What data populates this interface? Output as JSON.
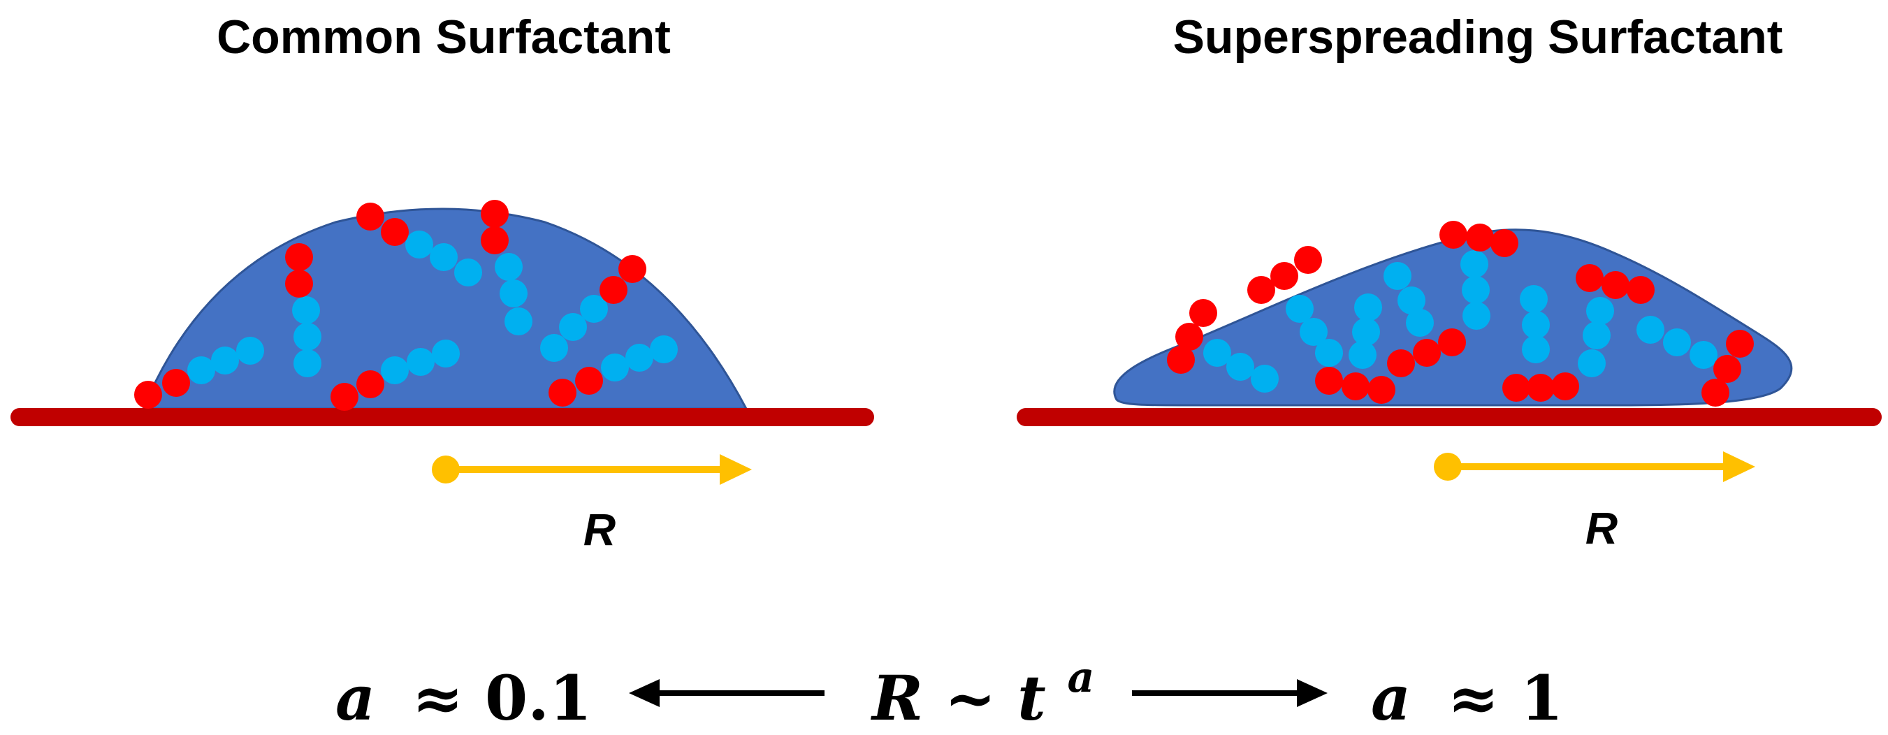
{
  "titles": {
    "left": "Common Surfactant",
    "right": "Superspreading Surfactant"
  },
  "radius_label": "R",
  "equation": {
    "left_var": "a",
    "left_rel": "≈ 0.1",
    "center_R": "R",
    "center_tilde": "~",
    "center_t": "t",
    "center_exp": "a",
    "right_var": "a",
    "right_rel": "≈ 1"
  },
  "colors": {
    "droplet": "#4472C4",
    "droplet_edge": "#2F5597",
    "substrate": "#C00000",
    "head": "#FF0000",
    "tail": "#00B0F0",
    "arrow": "#FFC000",
    "text": "#000000"
  }
}
